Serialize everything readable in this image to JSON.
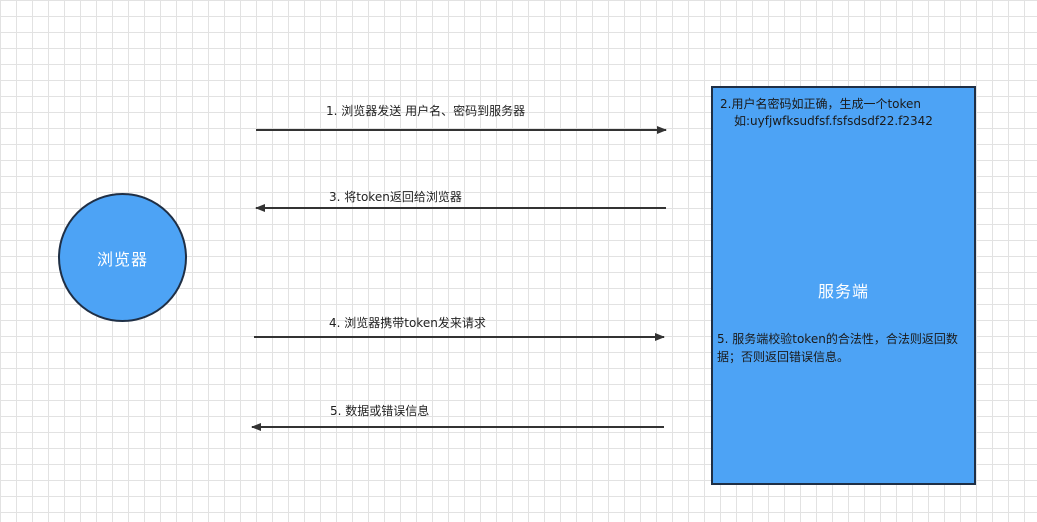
{
  "nodes": {
    "browser": {
      "label": "浏览器"
    },
    "server": {
      "label": "服务端",
      "note_top_line1": "2.用户名密码如正确，生成一个token",
      "note_top_line2": "如:uyfjwfksudfsf.fsfsdsdf22.f2342",
      "note_bottom": "5. 服务端校验token的合法性，合法则返回数据；否则返回错误信息。"
    }
  },
  "arrows": [
    {
      "label": "1. 浏览器发送 用户名、密码到服务器",
      "direction": "to-server"
    },
    {
      "label": "3. 将token返回给浏览器",
      "direction": "to-browser"
    },
    {
      "label": "4. 浏览器携带token发来请求",
      "direction": "to-server"
    },
    {
      "label": "5. 数据或错误信息",
      "direction": "to-browser"
    }
  ],
  "colors": {
    "node_fill": "#4da3f5",
    "node_border": "#1f2f45",
    "arrow": "#333333",
    "grid": "#e2e2e2"
  }
}
